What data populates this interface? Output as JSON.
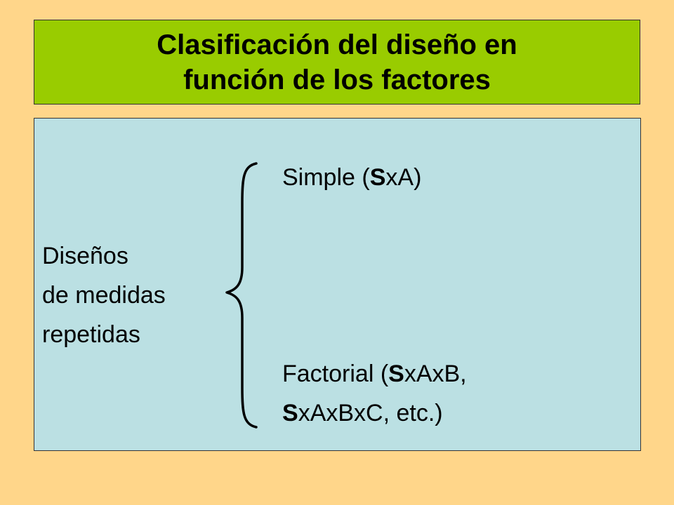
{
  "slide": {
    "title_line1": "Clasificación del diseño en",
    "title_line2": "función de los factores",
    "left_label": {
      "line1": "Diseños",
      "line2": "de medidas",
      "line3": "repetidas"
    },
    "option_simple": {
      "prefix": "Simple (",
      "bold": "S",
      "suffix": "xA)"
    },
    "option_factorial": {
      "line1_prefix": "Factorial (",
      "line1_bold": "S",
      "line1_suffix": "xAxB,",
      "line2_bold": "S",
      "line2_suffix": "xAxBxC, etc.)"
    }
  },
  "colors": {
    "background": "#FFD68A",
    "title_fill": "#99CC00",
    "content_fill": "#BBE0E3",
    "text": "#000000"
  },
  "icons": [
    "curly-brace-icon"
  ]
}
